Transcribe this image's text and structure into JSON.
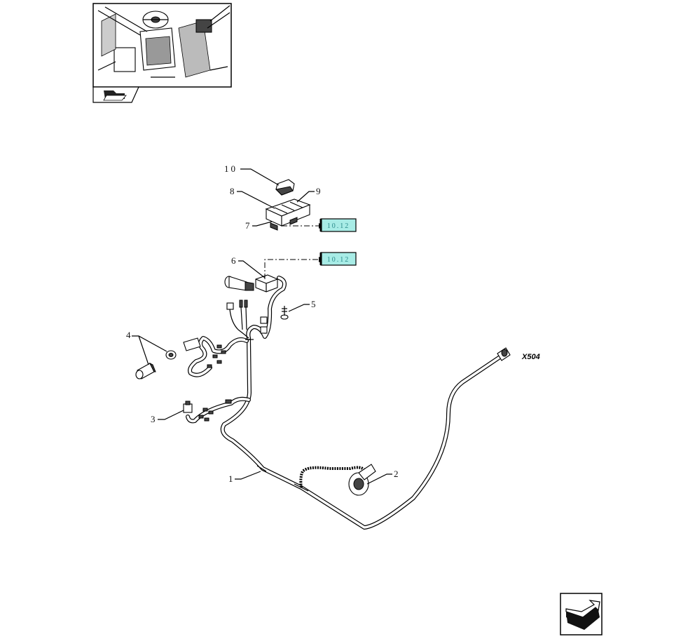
{
  "callouts": [
    "1",
    "2",
    "3",
    "4",
    "5",
    "6",
    "7",
    "8",
    "9",
    "10"
  ],
  "reference_boxes": [
    "10.12",
    "10.12"
  ],
  "connector_label": "X504",
  "icons": {
    "locator": "cab-interior-locator-icon",
    "section": "section-folder-icon",
    "navigate": "navigate-arrow-icon"
  },
  "colors": {
    "reference_box_fill": "#a8ece6",
    "line": "#000000"
  }
}
